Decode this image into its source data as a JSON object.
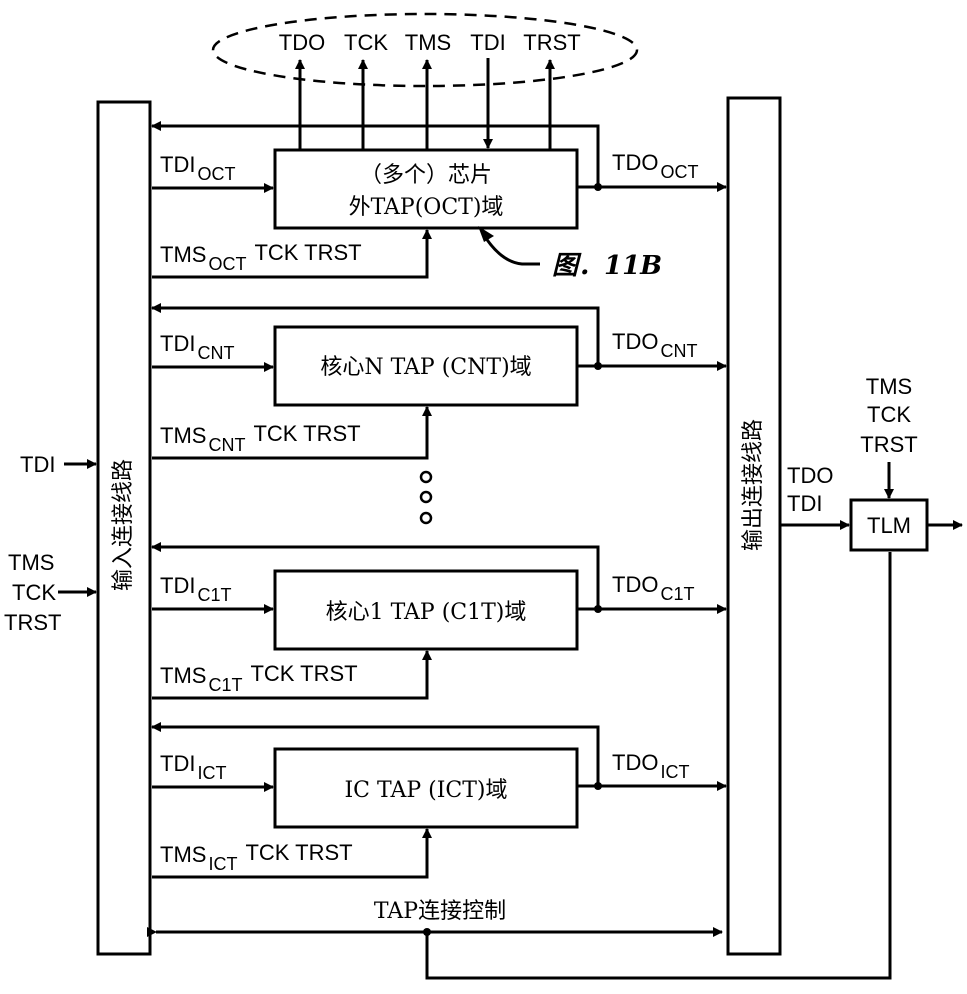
{
  "external_signals": [
    "TDO",
    "TCK",
    "TMS",
    "TDI",
    "TRST"
  ],
  "input_bus_label": "输入连接线路",
  "output_bus_label": "输出连接线路",
  "left_inputs": {
    "tdi": "TDI",
    "tms": "TMS",
    "tck": "TCK",
    "trst": "TRST"
  },
  "figure_ref": "图．11B",
  "control_label": "TAP连接控制",
  "domains": [
    {
      "line1": "（多个）芯片",
      "line2": "外TAP(OCT)域",
      "tdi": "TDI",
      "tdi_sub": "OCT",
      "tdo": "TDO",
      "tdo_sub": "OCT",
      "tms": "TMS",
      "tms_sub": "OCT",
      "tck_trst": "TCK TRST"
    },
    {
      "line1": "核心N TAP (CNT)域",
      "tdi": "TDI",
      "tdi_sub": "CNT",
      "tdo": "TDO",
      "tdo_sub": "CNT",
      "tms": "TMS",
      "tms_sub": "CNT",
      "tck_trst": "TCK TRST"
    },
    {
      "line1": "核心1 TAP (C1T)域",
      "tdi": "TDI",
      "tdi_sub": "C1T",
      "tdo": "TDO",
      "tdo_sub": "C1T",
      "tms": "TMS",
      "tms_sub": "C1T",
      "tck_trst": "TCK TRST"
    },
    {
      "line1": "IC TAP (ICT)域",
      "tdi": "TDI",
      "tdi_sub": "ICT",
      "tdo": "TDO",
      "tdo_sub": "ICT",
      "tms": "TMS",
      "tms_sub": "ICT",
      "tck_trst": "TCK TRST"
    }
  ],
  "tlm": {
    "label": "TLM",
    "inputs": [
      "TMS",
      "TCK",
      "TRST"
    ],
    "tdo": "TDO",
    "tdi": "TDI"
  }
}
